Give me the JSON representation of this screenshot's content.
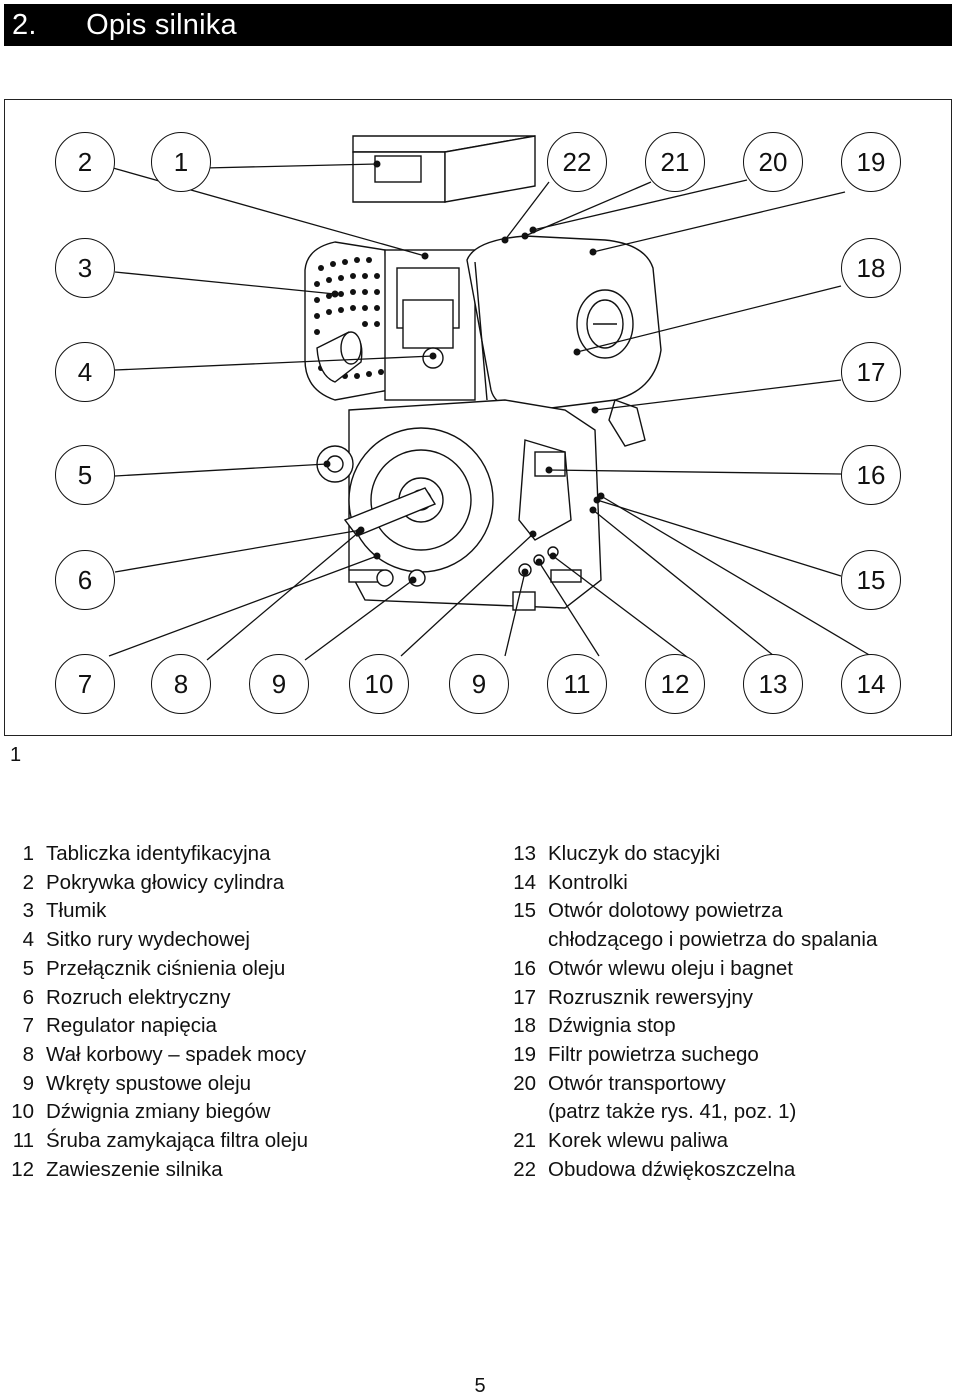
{
  "header": {
    "title": "2.      Opis silnika"
  },
  "figure": {
    "number": "1",
    "callouts": [
      "2",
      "1",
      "22",
      "21",
      "20",
      "19",
      "3",
      "18",
      "4",
      "17",
      "5",
      "16",
      "6",
      "15",
      "7",
      "8",
      "9",
      "10",
      "9",
      "11",
      "12",
      "13",
      "14"
    ]
  },
  "legend_left": [
    {
      "num": "1",
      "text": "Tabliczka identyfikacyjna"
    },
    {
      "num": "2",
      "text": "Pokrywka głowicy cylindra"
    },
    {
      "num": "3",
      "text": "Tłumik"
    },
    {
      "num": "4",
      "text": "Sitko rury wydechowej"
    },
    {
      "num": "5",
      "text": "Przełącznik ciśnienia oleju"
    },
    {
      "num": "6",
      "text": "Rozruch elektryczny"
    },
    {
      "num": "7",
      "text": "Regulator napięcia"
    },
    {
      "num": "8",
      "text": "Wał korbowy – spadek mocy"
    },
    {
      "num": "9",
      "text": "Wkręty spustowe oleju"
    },
    {
      "num": "10",
      "text": "Dźwignia zmiany biegów"
    },
    {
      "num": "11",
      "text": "Śruba zamykająca filtra oleju"
    },
    {
      "num": "12",
      "text": "Zawieszenie silnika"
    }
  ],
  "legend_right": [
    {
      "num": "13",
      "text": "Kluczyk do stacyjki"
    },
    {
      "num": "14",
      "text": "Kontrolki"
    },
    {
      "num": "15",
      "text": "Otwór dolotowy powietrza"
    },
    {
      "num": "",
      "text": "chłodzącego i powietrza do spalania"
    },
    {
      "num": "16",
      "text": "Otwór wlewu oleju i bagnet"
    },
    {
      "num": "17",
      "text": "Rozrusznik rewersyjny"
    },
    {
      "num": "18",
      "text": "Dźwignia stop"
    },
    {
      "num": "19",
      "text": "Filtr powietrza suchego"
    },
    {
      "num": "20",
      "text": "Otwór transportowy"
    },
    {
      "num": "",
      "text": "(patrz także rys. 41, poz. 1)"
    },
    {
      "num": "21",
      "text": "Korek wlewu paliwa"
    },
    {
      "num": "22",
      "text": "Obudowa dźwiękoszczelna"
    }
  ],
  "footer": {
    "page_number": "5"
  }
}
